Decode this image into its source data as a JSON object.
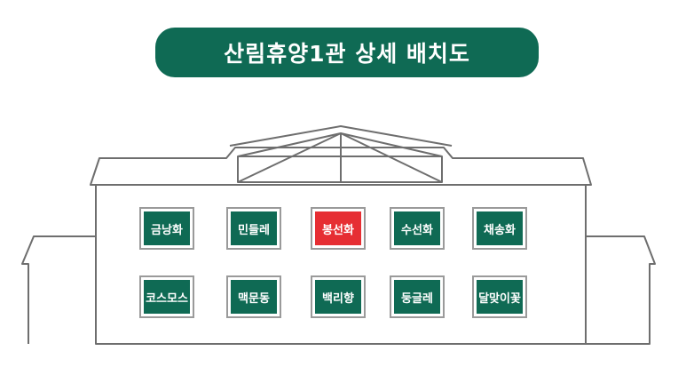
{
  "title": "산림휴양1관 상세 배치도",
  "colors": {
    "primary": "#0f6a54",
    "highlight": "#e62e33",
    "outline": "#6e6e6e",
    "frame": "#9a9a9a"
  },
  "rooms": {
    "top_row": [
      {
        "label": "금낭화",
        "highlighted": false
      },
      {
        "label": "민들레",
        "highlighted": false
      },
      {
        "label": "봉선화",
        "highlighted": true
      },
      {
        "label": "수선화",
        "highlighted": false
      },
      {
        "label": "채송화",
        "highlighted": false
      }
    ],
    "bottom_row": [
      {
        "label": "코스모스",
        "highlighted": false
      },
      {
        "label": "맥문동",
        "highlighted": false
      },
      {
        "label": "백리향",
        "highlighted": false
      },
      {
        "label": "둥글레",
        "highlighted": false
      },
      {
        "label": "달맞이꽃",
        "highlighted": false
      }
    ]
  }
}
